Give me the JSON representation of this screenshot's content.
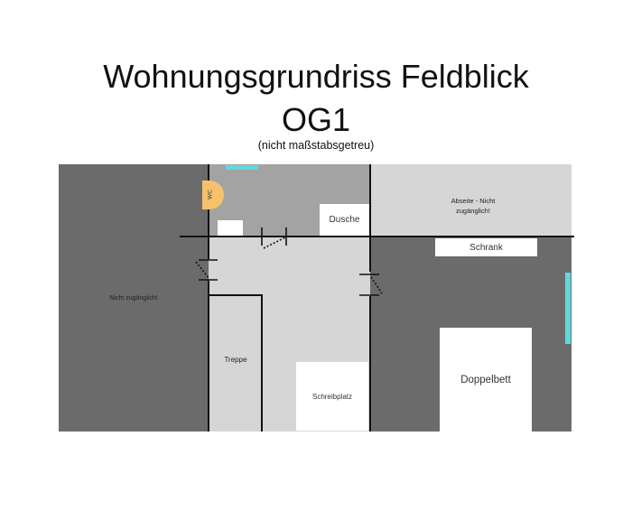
{
  "title": {
    "line1": "Wohnungsgrundriss Feldblick",
    "line2": "OG1",
    "subtitle": "(nicht maßstabsgetreu)"
  },
  "rooms": {
    "left_unavailable": "Nicht zugänglich!",
    "abseite_line1": "Abseite - Nicht",
    "abseite_line2": "zugänglich!",
    "stairs": "Treppe"
  },
  "furniture": {
    "shower": "Dusche",
    "wardrobe": "Schrank",
    "desk": "Schreibplatz",
    "double_bed": "Doppelbett",
    "toilet": "WC"
  },
  "colors": {
    "dark_room": "#6b6b6b",
    "bath": "#a3a3a3",
    "light_room": "#d6d6d6",
    "window": "#5fd9dc",
    "toilet": "#f5c26b"
  }
}
